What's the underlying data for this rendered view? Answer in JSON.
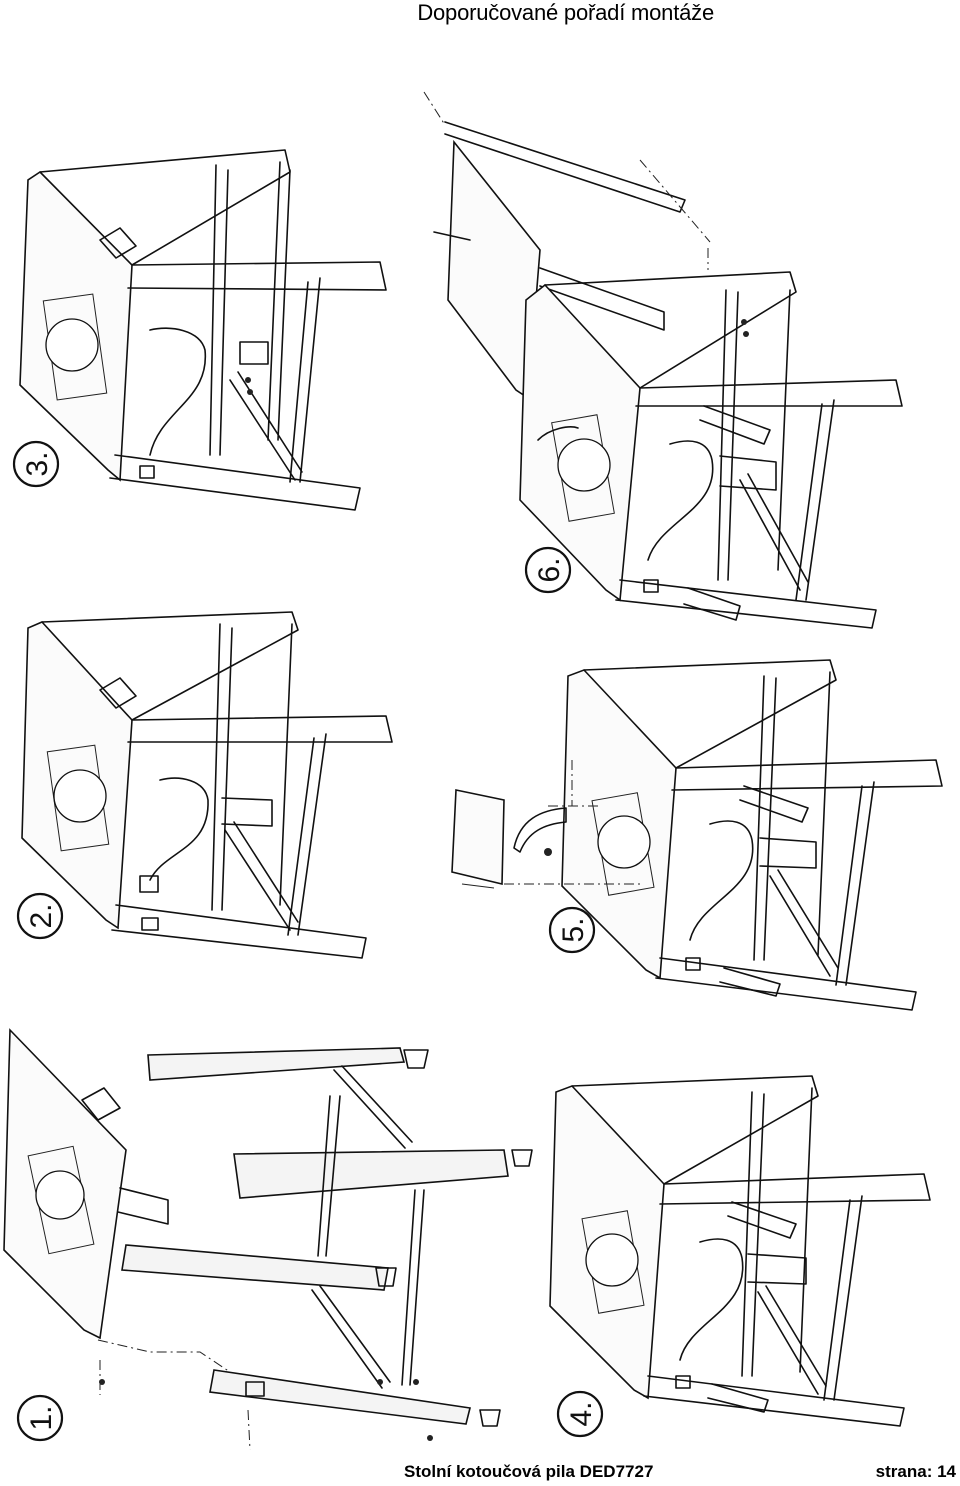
{
  "header": {
    "title": "Doporučované pořadí montáže"
  },
  "steps": [
    {
      "label": "1."
    },
    {
      "label": "2."
    },
    {
      "label": "3."
    },
    {
      "label": "4."
    },
    {
      "label": "5."
    },
    {
      "label": "6."
    }
  ],
  "footer": {
    "product": "Stolní kotoučová pila DED7727",
    "page": "strana: 14"
  }
}
